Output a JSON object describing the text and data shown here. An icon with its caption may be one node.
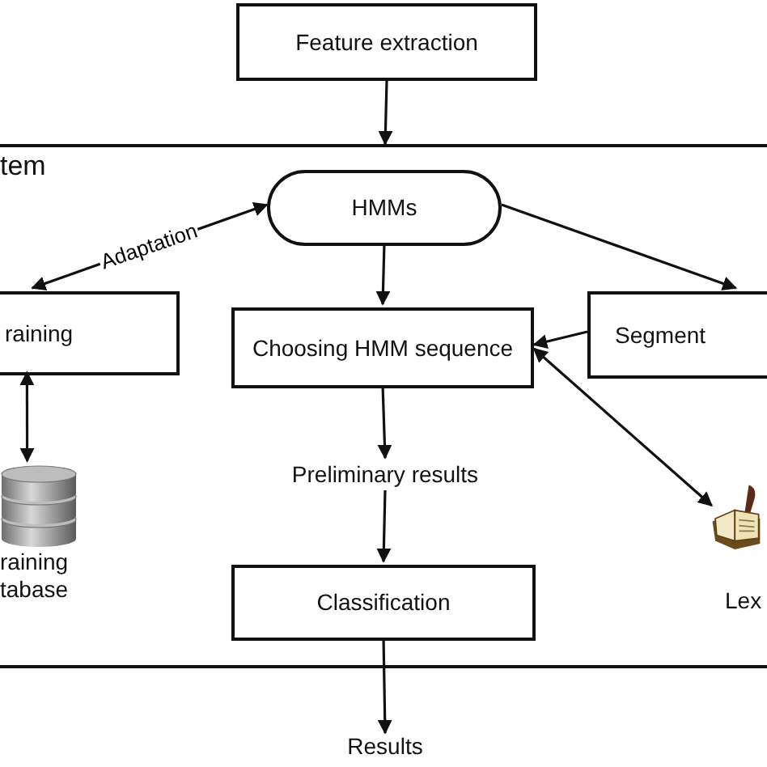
{
  "diagram": {
    "nodes": [
      {
        "text": [
          "Feature extraction"
        ]
      },
      {
        "text": [
          "tem"
        ]
      },
      {
        "text": [
          "HMMs"
        ],
        "in": 1
      },
      {
        "text": [
          "raining"
        ],
        "in": 1
      },
      {
        "text": [
          "Choosing HMM sequence"
        ],
        "in": 1
      },
      {
        "text": [
          "Segment"
        ],
        "in": 1
      },
      {
        "text": [
          "raining tabase"
        ],
        "in": 1
      },
      {
        "text": [
          "Preliminary results"
        ],
        "in": 1
      },
      {
        "text": [
          "Lex"
        ],
        "in": 1
      },
      {
        "text": [
          "Classification"
        ],
        "in": 1
      },
      {
        "text": [
          "Results"
        ]
      }
    ],
    "edges": [
      {
        "from": 0,
        "to": 1,
        "arrow": "to"
      },
      {
        "from": 2,
        "to": 3,
        "arrow": "both",
        "label": "Adaptation"
      },
      {
        "from": 2,
        "to": 4,
        "arrow": "to"
      },
      {
        "from": 2,
        "to": 5,
        "arrow": "to"
      },
      {
        "from": 5,
        "to": 4,
        "arrow": "to"
      },
      {
        "from": 4,
        "to": 8,
        "arrow": "both"
      },
      {
        "from": 3,
        "to": 6,
        "arrow": "both"
      },
      {
        "from": 4,
        "to": 7,
        "arrow": "to"
      },
      {
        "from": 7,
        "to": 9,
        "arrow": "to"
      },
      {
        "from": 9,
        "to": 10,
        "arrow": "to"
      }
    ]
  }
}
